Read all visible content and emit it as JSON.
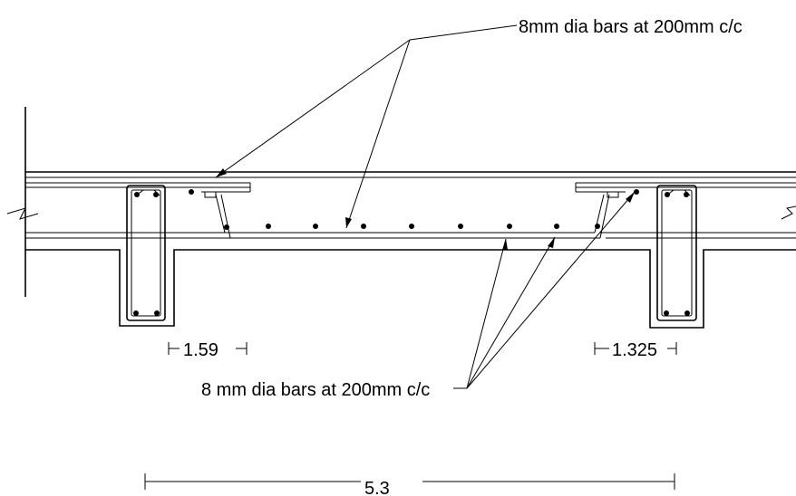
{
  "annotations": {
    "top_callout": "8mm dia bars at 200mm c/c",
    "bottom_callout": "8 mm dia bars at 200mm c/c"
  },
  "dimensions": {
    "left_cutoff": "1.59",
    "right_cutoff": "1.325",
    "span": "5.3"
  },
  "colors": {
    "ink": "#000000",
    "background": "#ffffff"
  }
}
